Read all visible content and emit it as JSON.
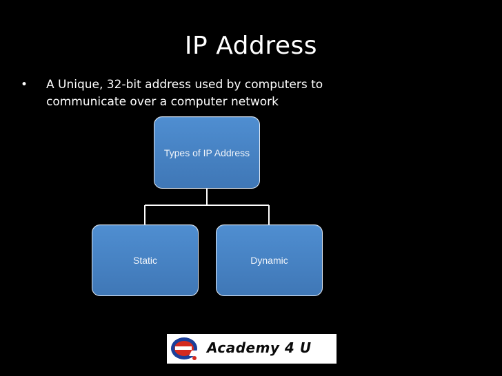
{
  "slide": {
    "title": "IP Address",
    "bullet": {
      "marker": "•",
      "text": "A Unique, 32-bit address used by computers to communicate over a computer network"
    }
  },
  "diagram": {
    "root": "Types of IP Address",
    "children": [
      "Static",
      "Dynamic"
    ],
    "node_color": "#4a86c8",
    "node_border": "#dfe8f3",
    "connector_color": "#ffffff"
  },
  "logo": {
    "letter": "e",
    "text": "Academy 4 U",
    "accent_red": "#d42a1f",
    "accent_blue": "#1c3f9a"
  }
}
